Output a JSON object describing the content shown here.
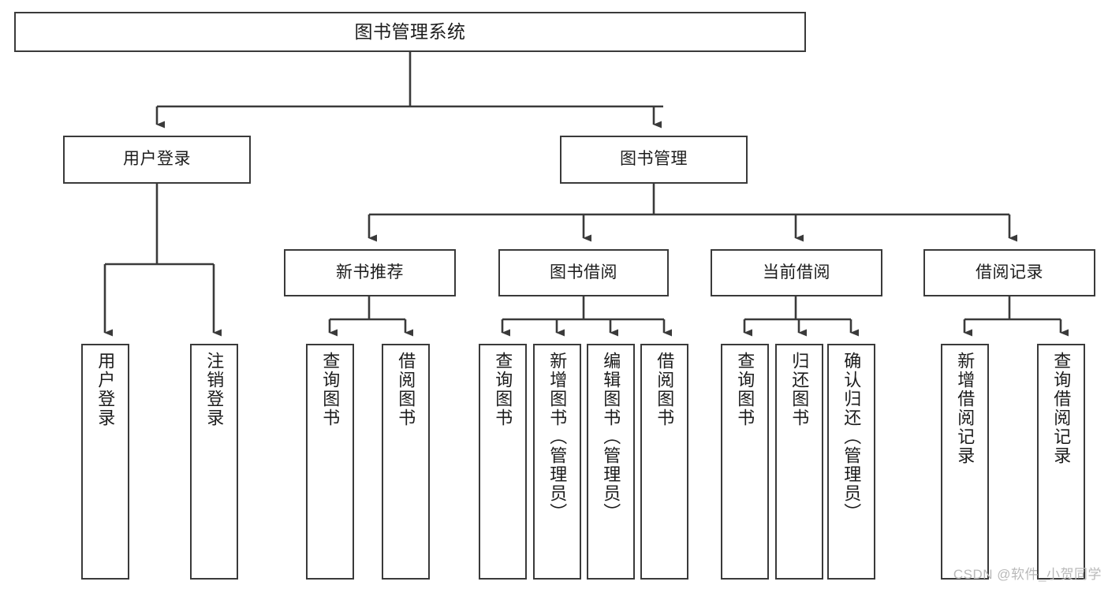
{
  "diagram": {
    "title": "图书管理系统",
    "type": "tree",
    "watermark": "CSDN @软件_小贺同学",
    "colors": {
      "stroke": "#3a3a3a",
      "fill": "#ffffff",
      "text": "#1c1c1c",
      "watermark": "#b9b9b9",
      "background": "#ffffff"
    },
    "root": {
      "label": "图书管理系统"
    },
    "level1": [
      {
        "label": "用户登录"
      },
      {
        "label": "图书管理"
      }
    ],
    "level2": [
      {
        "label": "新书推荐"
      },
      {
        "label": "图书借阅"
      },
      {
        "label": "当前借阅"
      },
      {
        "label": "借阅记录"
      }
    ],
    "leaves": {
      "user_login": [
        {
          "label": "用户登录"
        },
        {
          "label": "注销登录"
        }
      ],
      "new_book_recommend": [
        {
          "label": "查询图书"
        },
        {
          "label": "借阅图书"
        }
      ],
      "book_borrow": [
        {
          "label": "查询图书"
        },
        {
          "label": "新增图书（管理员）"
        },
        {
          "label": "编辑图书（管理员）"
        },
        {
          "label": "借阅图书"
        }
      ],
      "current_borrow": [
        {
          "label": "查询图书"
        },
        {
          "label": "归还图书"
        },
        {
          "label": "确认归还（管理员）"
        }
      ],
      "borrow_records": [
        {
          "label": "新增借阅记录"
        },
        {
          "label": "查询借阅记录"
        }
      ]
    }
  }
}
